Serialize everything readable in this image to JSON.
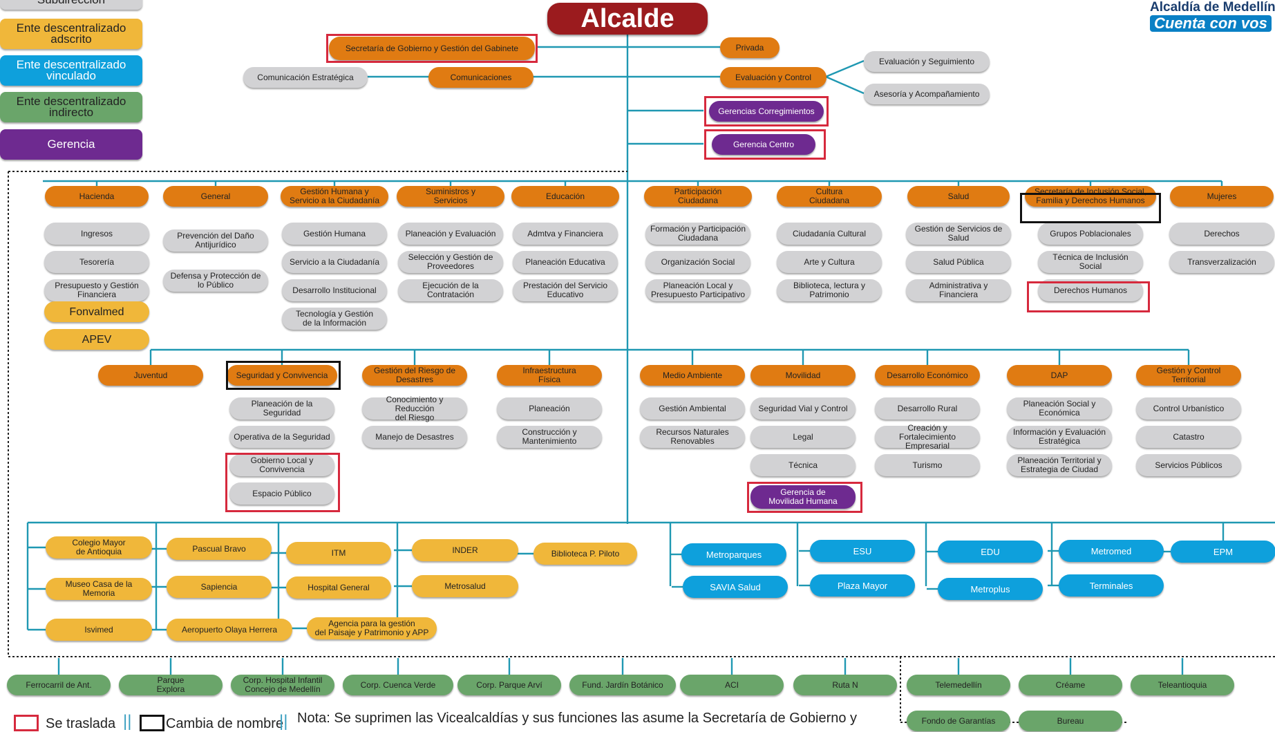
{
  "header": {
    "title": "Alcalde",
    "logo_line1": "Alcaldía de Medellín",
    "logo_line2": "Cuenta con vos"
  },
  "colors": {
    "alcalde": "#9b1b1e",
    "secretaria": "#e07b12",
    "subsecretaria": "#d2d2d4",
    "adscrito": "#f0b73a",
    "vinculado": "#0ea0dc",
    "indirecto": "#6aa56a",
    "gerencia": "#6e2a90",
    "line": "#1f98b2",
    "se_traslada": "#d6293d",
    "cambia_nombre": "#111111"
  },
  "legend": [
    {
      "label": "Subsecretaría Subdirección",
      "kind": "subsecretaria"
    },
    {
      "label": "Ente descentralizado\nadscrito",
      "kind": "adscrito"
    },
    {
      "label": "Ente descentralizado\nvinculado",
      "kind": "vinculado"
    },
    {
      "label": "Ente descentralizado\nindirecto",
      "kind": "indirecto"
    },
    {
      "label": "Gerencia",
      "kind": "gerencia"
    }
  ],
  "top": {
    "gobierno": "Secretaría de Gobierno y Gestión del Gabinete",
    "privada": "Privada",
    "comunicacion_estrategica": "Comunicación Estratégica",
    "comunicaciones": "Comunicaciones",
    "evaluacion_control": "Evaluación y Control",
    "evaluacion_seguimiento": "Evaluación  y Seguimiento",
    "asesoria": "Asesoría y Acompañamiento",
    "gerencias_corregimientos": "Gerencias Corregimientos",
    "gerencia_centro": "Gerencia Centro"
  },
  "row1": [
    {
      "title": "Hacienda",
      "subs": [
        "Ingresos",
        "Tesorería",
        "Presupuesto y Gestión\nFinanciera"
      ],
      "adscritos": [
        "Fonvalmed",
        "APEV"
      ]
    },
    {
      "title": "General",
      "subs": [
        "Prevención del Daño\nAntijurídico",
        "Defensa y Protección de\nlo Público"
      ]
    },
    {
      "title": "Gestión Humana y\nServicio a la Ciudadanía",
      "subs": [
        "Gestión Humana",
        "Servicio a la Ciudadanía",
        "Desarrollo Institucional",
        "Tecnología y Gestión\nde la Información"
      ]
    },
    {
      "title": "Suministros y\nServicios",
      "subs": [
        "Planeación y Evaluación",
        "Selección y Gestión de\nProveedores",
        "Ejecución de la Contratación"
      ]
    },
    {
      "title": "Educación",
      "subs": [
        "Admtva y Financiera",
        "Planeación Educativa",
        "Prestación del Servicio\nEducativo"
      ]
    },
    {
      "title": "Participación\nCiudadana",
      "subs": [
        "Formación y Participación\nCiudadana",
        "Organización Social",
        "Planeación Local y\nPresupuesto Participativo"
      ]
    },
    {
      "title": "Cultura\nCiudadana",
      "subs": [
        "Ciudadanía Cultural",
        "Arte y Cultura",
        "Biblioteca, lectura y\nPatrimonio"
      ]
    },
    {
      "title": "Salud",
      "subs": [
        "Gestión de Servicios de\nSalud",
        "Salud Pública",
        "Administrativa y Financiera"
      ]
    },
    {
      "title": "Secretaría de Inclusión Social,\nFamilia y Derechos Humanos",
      "subs": [
        "Grupos Poblacionales",
        "Técnica de Inclusión Social",
        "Derechos Humanos"
      ]
    },
    {
      "title": "Mujeres",
      "subs": [
        "Derechos",
        "Transverzalización"
      ]
    }
  ],
  "row2": [
    {
      "title": "Juventud",
      "subs": []
    },
    {
      "title": "Seguridad y Convivencia",
      "subs": [
        "Planeación de la Seguridad",
        "Operativa de la Seguridad",
        "Gobierno Local y\nConvivencia",
        "Espacio Público"
      ]
    },
    {
      "title": "Gestión del Riesgo de\nDesastres",
      "subs": [
        "Conocimiento y Reducción\ndel Riesgo",
        "Manejo de Desastres"
      ]
    },
    {
      "title": "Infraestructura\nFísica",
      "subs": [
        "Planeación",
        "Construcción y\nMantenimiento"
      ]
    },
    {
      "title": "Medio Ambiente",
      "subs": [
        "Gestión Ambiental",
        "Recursos Naturales\nRenovables"
      ]
    },
    {
      "title": "Movilidad",
      "subs": [
        "Seguridad Vial y Control",
        "Legal",
        "Técnica"
      ],
      "gerencia": "Gerencia  de\nMovilidad Humana"
    },
    {
      "title": "Desarrollo Económico",
      "subs": [
        "Desarrollo Rural",
        "Creación y Fortalecimiento\nEmpresarial",
        "Turismo"
      ]
    },
    {
      "title": "DAP",
      "subs": [
        "Planeación Social y\nEconómica",
        "Información y Evaluación\nEstratégica",
        "Planeación Territorial y\nEstrategia de Ciudad"
      ]
    },
    {
      "title": "Gestión y Control\nTerritorial",
      "subs": [
        "Control Urbanístico",
        "Catastro",
        "Servicios Públicos"
      ]
    }
  ],
  "entes_adscritos": [
    "Colegio Mayor\nde Antioquia",
    "Museo Casa de la\nMemoria",
    "Isvimed",
    "Pascual Bravo",
    "Sapiencia",
    "Aeropuerto Olaya Herrera",
    "ITM",
    "Hospital General",
    "INDER",
    "Metrosalud",
    "Agencia para la gestión\ndel Paisaje y Patrimonio y APP",
    "Biblioteca P. Piloto"
  ],
  "entes_vinculados": [
    "Metroparques",
    "SAVIA Salud",
    "ESU",
    "Plaza  Mayor",
    "EDU",
    "Metroplus",
    "Metromed",
    "Terminales",
    "EPM"
  ],
  "entes_indirectos": [
    "Ferrocarril de Ant.",
    "Parque\nExplora",
    "Corp. Hospital Infantil\nConcejo de Medellín",
    "Corp. Cuenca Verde",
    "Corp. Parque Arví",
    "Fund. Jardín Botánico",
    "ACI",
    "Ruta N",
    "Telemedellín",
    "Créame",
    "Teleantioquia",
    "Fondo de Garantías",
    "Bureau"
  ],
  "footer": {
    "se_traslada": "Se traslada",
    "cambia_nombre": "Cambia de nombre",
    "nota": "Nota: Se suprimen las Vicealcaldías y sus funciones las asume la Secretaría de Gobierno y"
  }
}
